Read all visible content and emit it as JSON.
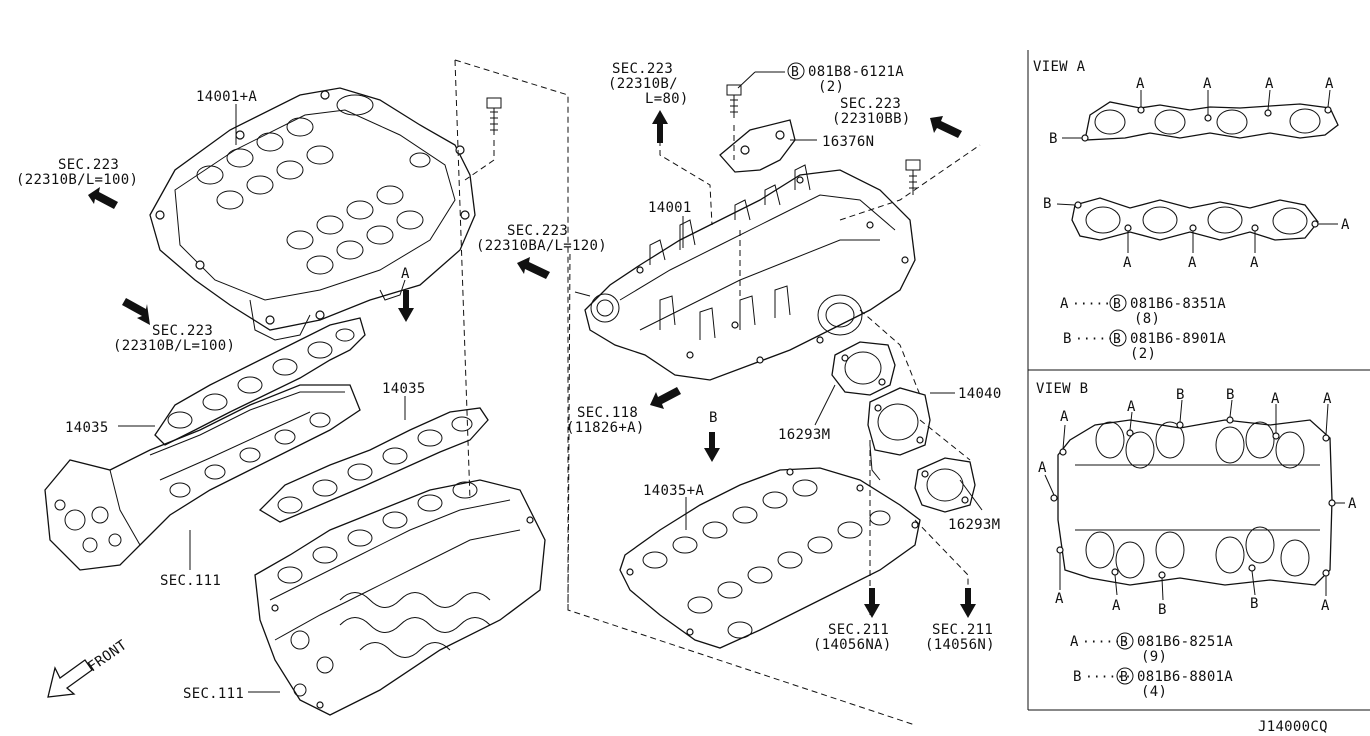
{
  "drawing_id": "J14000CQ",
  "front_label": "FRONT",
  "view_a": {
    "title": "VIEW A",
    "point_labels": [
      "A",
      "A",
      "A",
      "A",
      "B",
      "B",
      "A",
      "A",
      "A",
      "A"
    ],
    "legend": [
      {
        "key": "A",
        "dots": "······",
        "bolt_symbol": "B",
        "part": "081B6-8351A",
        "qty": "(8)"
      },
      {
        "key": "B",
        "dots": "······",
        "bolt_symbol": "B",
        "part": "081B6-8901A",
        "qty": "(2)"
      }
    ]
  },
  "view_b": {
    "title": "VIEW B",
    "point_labels": [
      "A",
      "A",
      "B",
      "B",
      "A",
      "A",
      "A",
      "A",
      "A",
      "A",
      "B",
      "B",
      "A"
    ],
    "legend": [
      {
        "key": "A",
        "dots": "······",
        "bolt_symbol": "B",
        "part": "081B6-8251A",
        "qty": "(9)"
      },
      {
        "key": "B",
        "dots": "······",
        "bolt_symbol": "B",
        "part": "081B6-8801A",
        "qty": "(4)"
      }
    ]
  },
  "callouts": {
    "p14001a": "14001+A",
    "sec223_left_1": "SEC.223",
    "sec223_left_2": "(22310B/L=100)",
    "sec223_low_1": "SEC.223",
    "sec223_low_2": "(22310B/L=100)",
    "sec223_mid_1": "SEC.223",
    "sec223_mid_2": "(22310BA/L=120)",
    "sec223_top_1": "SEC.223",
    "sec223_top_2": "(22310B/",
    "sec223_top_3": "L=80)",
    "sec223_right_1": "SEC.223",
    "sec223_right_2": "(22310BB)",
    "bolt_top_symbol": "B",
    "bolt_top_part": "081B8-6121A",
    "bolt_top_qty": "(2)",
    "p16376n": "16376N",
    "p14001": "14001",
    "arrow_a": "A",
    "arrow_b": "B",
    "p14035_left": "14035",
    "p14035_mid": "14035",
    "sec111_upper": "SEC.111",
    "sec111_lower": "SEC.111",
    "sec118_1": "SEC.118",
    "sec118_2": "(11826+A)",
    "p16293m_left": "16293M",
    "p16293m_right": "16293M",
    "p14040": "14040",
    "p14035a": "14035+A",
    "sec211_left_1": "SEC.211",
    "sec211_left_2": "(14056NA)",
    "sec211_right_1": "SEC.211",
    "sec211_right_2": "(14056N)"
  }
}
